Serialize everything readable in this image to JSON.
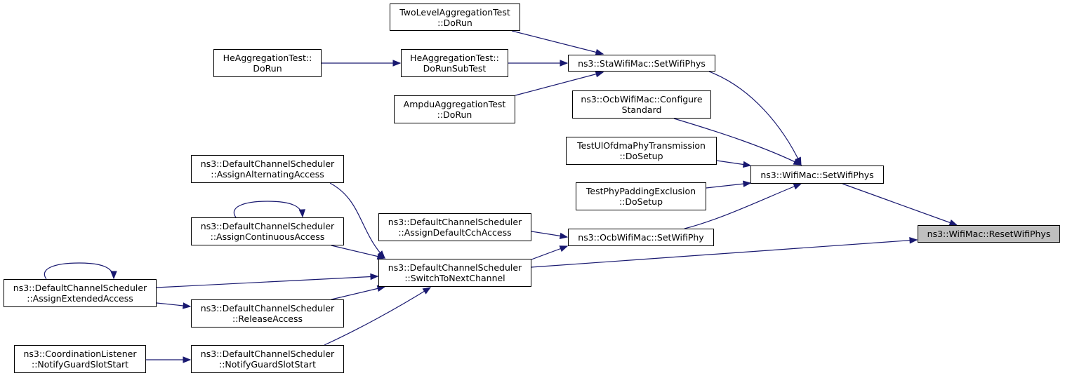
{
  "graph": {
    "edge_color": "#191970",
    "root_fill": "#bfbfbf",
    "node_fill": "#ffffff",
    "nodes": {
      "two_level": {
        "lines": [
          "TwoLevelAggregationTest",
          "::DoRun"
        ]
      },
      "he_doRun": {
        "lines": [
          "HeAggregationTest::",
          "DoRun"
        ]
      },
      "he_doRunSub": {
        "lines": [
          "HeAggregationTest::",
          "DoRunSubTest"
        ]
      },
      "ampdu": {
        "lines": [
          "AmpduAggregationTest",
          "::DoRun"
        ]
      },
      "sta_setphys": {
        "lines": [
          "ns3::StaWifiMac::SetWifiPhys"
        ]
      },
      "ocb_config": {
        "lines": [
          "ns3::OcbWifiMac::Configure",
          "Standard"
        ]
      },
      "ul_ofdma": {
        "lines": [
          "TestUlOfdmaPhyTransmission",
          "::DoSetup"
        ]
      },
      "wifimac_setphys": {
        "lines": [
          "ns3::WifiMac::SetWifiPhys"
        ]
      },
      "phy_padding": {
        "lines": [
          "TestPhyPaddingExclusion",
          "::DoSetup"
        ]
      },
      "assign_alt": {
        "lines": [
          "ns3::DefaultChannelScheduler",
          "::AssignAlternatingAccess"
        ]
      },
      "assign_default": {
        "lines": [
          "ns3::DefaultChannelScheduler",
          "::AssignDefaultCchAccess"
        ]
      },
      "ocb_setphy": {
        "lines": [
          "ns3::OcbWifiMac::SetWifiPhy"
        ]
      },
      "assign_cont": {
        "lines": [
          "ns3::DefaultChannelScheduler",
          "::AssignContinuousAccess"
        ]
      },
      "reset": {
        "lines": [
          "ns3::WifiMac::ResetWifiPhys"
        ]
      },
      "switch_next": {
        "lines": [
          "ns3::DefaultChannelScheduler",
          "::SwitchToNextChannel"
        ]
      },
      "assign_ext": {
        "lines": [
          "ns3::DefaultChannelScheduler",
          "::AssignExtendedAccess"
        ]
      },
      "release": {
        "lines": [
          "ns3::DefaultChannelScheduler",
          "::ReleaseAccess"
        ]
      },
      "coord": {
        "lines": [
          "ns3::CoordinationListener",
          "::NotifyGuardSlotStart"
        ]
      },
      "notify_guard": {
        "lines": [
          "ns3::DefaultChannelScheduler",
          "::NotifyGuardSlotStart"
        ]
      }
    },
    "edges": [
      [
        "two_level",
        "sta_setphys"
      ],
      [
        "he_doRun",
        "he_doRunSub"
      ],
      [
        "he_doRunSub",
        "sta_setphys"
      ],
      [
        "ampdu",
        "sta_setphys"
      ],
      [
        "sta_setphys",
        "wifimac_setphys"
      ],
      [
        "ocb_config",
        "wifimac_setphys"
      ],
      [
        "ul_ofdma",
        "wifimac_setphys"
      ],
      [
        "phy_padding",
        "wifimac_setphys"
      ],
      [
        "ocb_setphy",
        "wifimac_setphys"
      ],
      [
        "wifimac_setphys",
        "reset"
      ],
      [
        "switch_next",
        "reset"
      ],
      [
        "assign_default",
        "ocb_setphy"
      ],
      [
        "switch_next",
        "ocb_setphy"
      ],
      [
        "assign_alt",
        "switch_next"
      ],
      [
        "assign_cont",
        "switch_next"
      ],
      [
        "assign_cont",
        "assign_cont"
      ],
      [
        "assign_ext",
        "switch_next"
      ],
      [
        "assign_ext",
        "assign_ext"
      ],
      [
        "release",
        "switch_next"
      ],
      [
        "assign_ext",
        "release"
      ],
      [
        "notify_guard",
        "switch_next"
      ],
      [
        "coord",
        "notify_guard"
      ]
    ]
  }
}
